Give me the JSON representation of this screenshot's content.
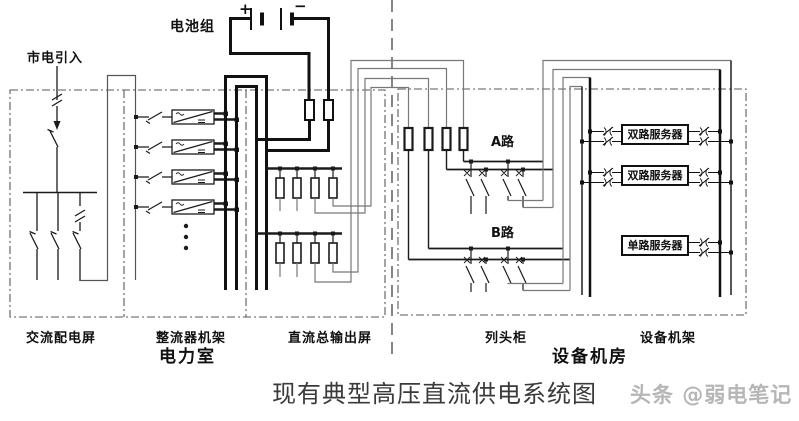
{
  "caption": "现有典型高压直流供电系统图",
  "watermark": "头条 @弱电笔记",
  "labels": {
    "battery": "电池组",
    "battery_plus": "+",
    "battery_minus": "−",
    "mains_input": "市电引入",
    "circuit_a": "A路",
    "circuit_b": "B路",
    "panel_ac": "交流配电屏",
    "rack_rectifier": "整流器机架",
    "panel_dc_output": "直流总输出屏",
    "room_power": "电力室",
    "cabinet_row_head": "列头柜",
    "rack_equipment": "设备机架",
    "room_equipment": "设备机房",
    "server_dual_1": "双路服务器",
    "server_dual_2": "双路服务器",
    "server_single": "单路服务器"
  },
  "colors": {
    "background": "#ffffff",
    "wire": "#1b1b1b",
    "thin_wire": "#787878",
    "dash_border": "#5a5a5a",
    "caption_text": "#3a3a3a",
    "watermark_text": "#b6b6b6"
  }
}
